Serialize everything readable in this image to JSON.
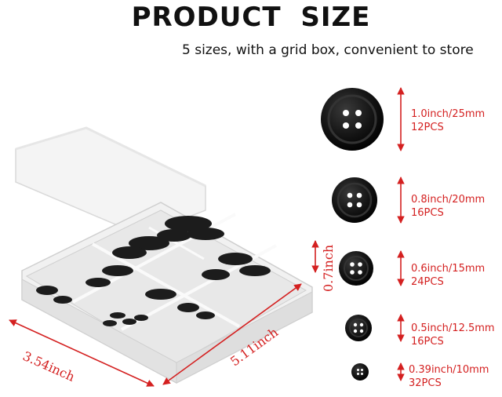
{
  "header": {
    "title": "PRODUCT  SIZE",
    "subtitle": "5 sizes, with a grid box, convenient to store"
  },
  "dimensions": {
    "width": "3.54inch",
    "length": "5.11inch",
    "height": "0.7inch"
  },
  "sizes": [
    {
      "size": "1.0inch/25mm",
      "count": "12PCS"
    },
    {
      "size": "0.8inch/20mm",
      "count": "16PCS"
    },
    {
      "size": "0.6inch/15mm",
      "count": "24PCS"
    },
    {
      "size": "0.5inch/12.5mm",
      "count": "16PCS"
    },
    {
      "size": "0.39inch/10mm",
      "count": "32PCS"
    }
  ],
  "colors": {
    "accent": "#d42020",
    "button": "#111111"
  }
}
